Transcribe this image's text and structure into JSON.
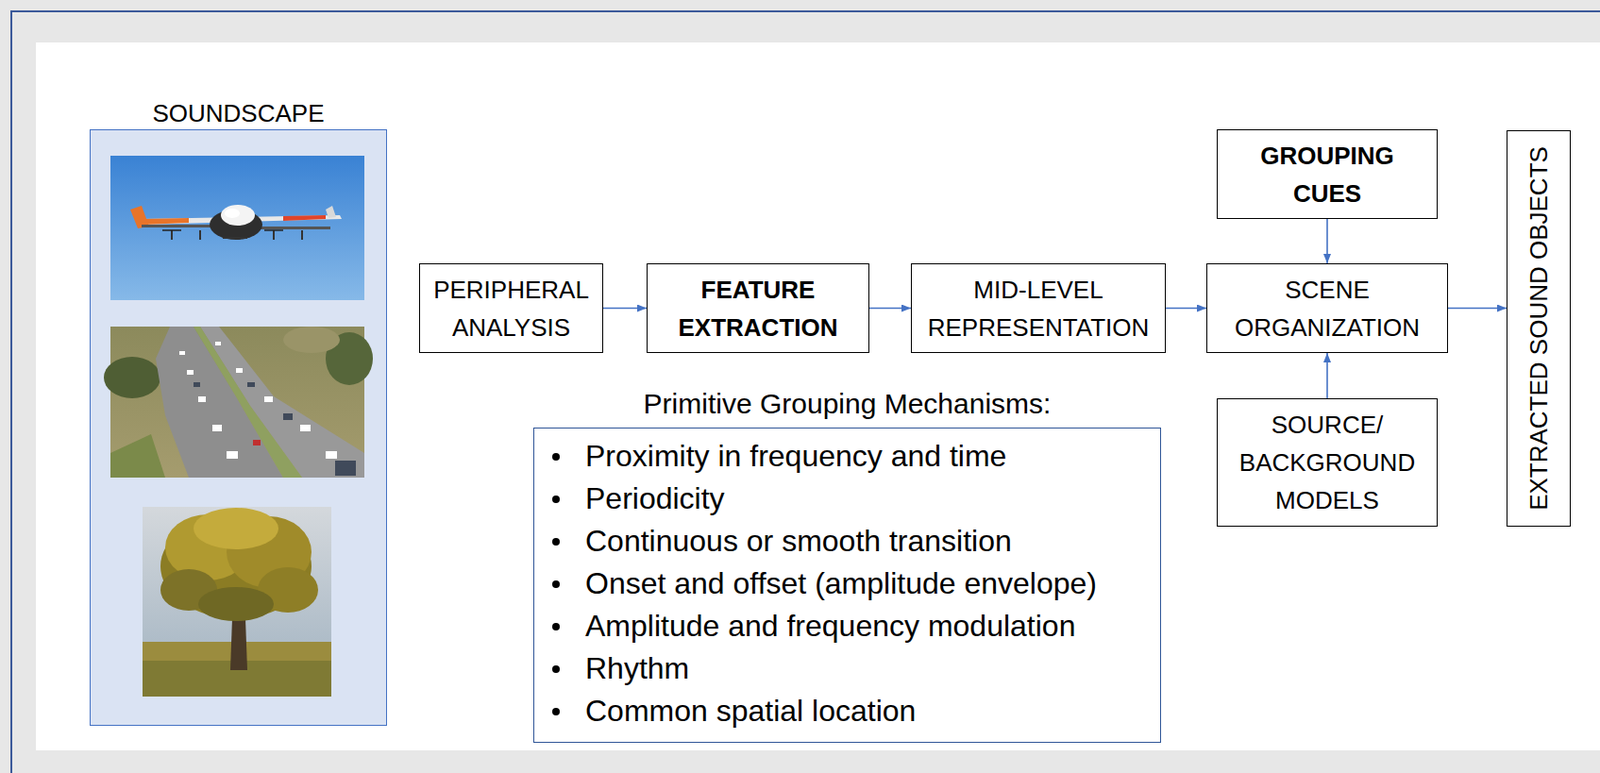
{
  "diagram": {
    "nodes": [
      {
        "text": [
          "SOUNDSCAPE"
        ]
      },
      {
        "text": [
          "PERIPHERAL ANALYSIS"
        ]
      },
      {
        "text": [
          "FEATURE EXTRACTION"
        ]
      },
      {
        "text": [
          "MID-LEVEL REPRESENTATION"
        ]
      },
      {
        "text": [
          "GROUPING CUES"
        ]
      },
      {
        "text": [
          "SCENE ORGANIZATION"
        ]
      },
      {
        "text": [
          "SOURCE/ BACKGROUND MODELS"
        ]
      },
      {
        "text": [
          "EXTRACTED SOUND OBJECTS"
        ]
      },
      {
        "text": [
          "Primitive Grouping Mechanisms:",
          "Proximity in frequency and time",
          "Periodicity",
          "Continuous or smooth transition",
          "Onset and offset (amplitude envelope)",
          "Amplitude and frequency modulation",
          "Rhythm",
          "Common spatial location"
        ]
      }
    ],
    "edges": [
      {
        "from": 1,
        "to": 2,
        "arrow": "to"
      },
      {
        "from": 2,
        "to": 3,
        "arrow": "to"
      },
      {
        "from": 3,
        "to": 5,
        "arrow": "to"
      },
      {
        "from": 4,
        "to": 5,
        "arrow": "to"
      },
      {
        "from": 6,
        "to": 5,
        "arrow": "to"
      },
      {
        "from": 5,
        "to": 7,
        "arrow": "to"
      }
    ]
  }
}
